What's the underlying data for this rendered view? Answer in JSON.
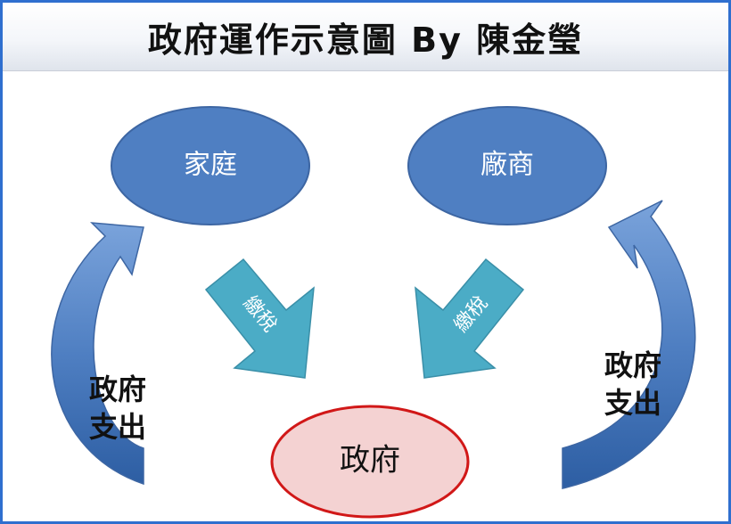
{
  "title": "政府運作示意圖 By 陳金瑩",
  "nodes": {
    "household": "家庭",
    "firm": "廠商",
    "government": "政府"
  },
  "arrows": {
    "tax_left": "繳稅",
    "tax_right": "繳稅"
  },
  "spending": {
    "left_line1": "政府",
    "left_line2": "支出",
    "right_line1": "政府",
    "right_line2": "支出"
  },
  "colors": {
    "border": "#2f6fcf",
    "node_blue": "#4f7fc2",
    "node_blue_border": "#3d66a3",
    "government_fill": "#f4d2d2",
    "government_border": "#d11818",
    "tax_arrow": "#4bacc6",
    "spending_arrow": "#4f7fc2"
  }
}
